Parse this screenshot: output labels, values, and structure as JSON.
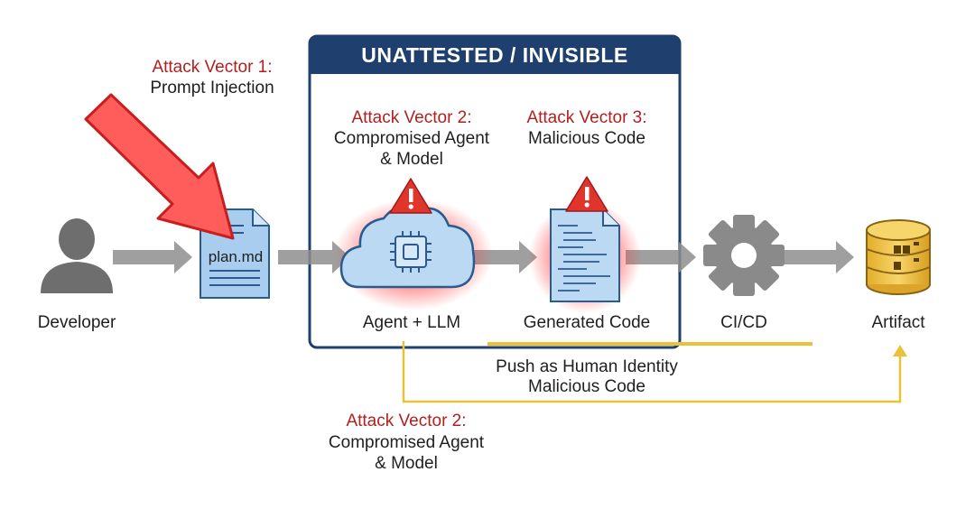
{
  "box": {
    "title": "UNATTESTED / INVISIBLE"
  },
  "attack_vectors": {
    "av1": {
      "heading": "Attack Vector 1:",
      "line1": "Prompt Injection"
    },
    "av2_top": {
      "heading": "Attack Vector 2:",
      "line1": "Compromised Agent",
      "line2": "& Model"
    },
    "av3": {
      "heading": "Attack Vector 3:",
      "line1": "Malicious Code"
    },
    "av2_bottom": {
      "heading": "Attack Vector 2:",
      "line1": "Compromised Agent",
      "line2": "& Model"
    }
  },
  "nodes": {
    "developer": "Developer",
    "plan_file": "plan.md",
    "agent": "Agent + LLM",
    "generated_code": "Generated Code",
    "cicd": "CI/CD",
    "artifact": "Artifact"
  },
  "bypass": {
    "line1": "Push as Human Identity",
    "line2": "Malicious Code"
  },
  "colors": {
    "box_header": "#1f3f6e",
    "attack_red": "#b21f1f",
    "warning_red": "#e0352b",
    "bypass_yellow": "#e8c33a",
    "document_blue": "#a9cdef",
    "cloud_blue": "#bcd9f3",
    "flow_gray": "#8a8a8a",
    "artifact_gold": "#f0c449"
  }
}
